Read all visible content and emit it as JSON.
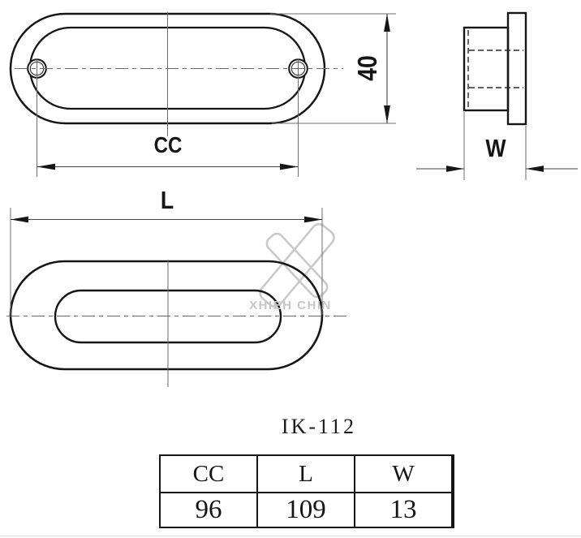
{
  "drawing": {
    "model": "IK-112",
    "dimensions": {
      "cc_label": "CC",
      "height_value": "40",
      "length_label": "L",
      "width_label": "W"
    },
    "watermark": {
      "text": "XHIEH CHIN"
    },
    "colors": {
      "outline": "#161616",
      "thin_line": "#6e6e6e",
      "centerline": "#6a6a6a",
      "watermark": "#c9c9c9"
    },
    "spec_table": {
      "headers": [
        "CC",
        "L",
        "W"
      ],
      "values": [
        "96",
        "109",
        "13"
      ]
    }
  }
}
